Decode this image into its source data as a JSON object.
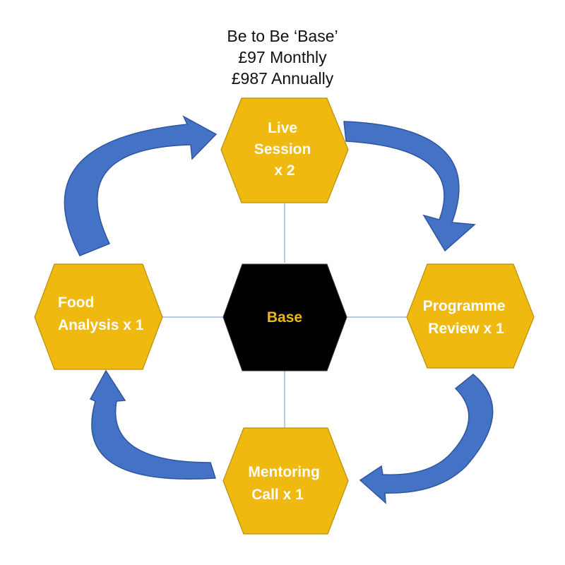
{
  "heading": {
    "line1": "Be to Be ‘Base’",
    "line2": "£97 Monthly",
    "line3": "£987 Annually"
  },
  "center": {
    "label": "Base"
  },
  "nodes": {
    "top": {
      "lines": [
        "Live",
        "Session",
        "x 2"
      ]
    },
    "right": {
      "lines": [
        "Programme",
        "Review x 1"
      ]
    },
    "bottom": {
      "lines": [
        "Mentoring",
        "Call x 1"
      ]
    },
    "left": {
      "lines": [
        "Food",
        "Analysis x 1"
      ]
    }
  },
  "colors": {
    "hex_fill": "#f0b910",
    "hex_stroke": "#b8900a",
    "hex_text": "#ffffff",
    "center_fill": "#000000",
    "center_text": "#f0b910",
    "arrow": "#4472c4",
    "arrow_stroke": "#2f55a0",
    "connector": "#8fa7c9"
  }
}
